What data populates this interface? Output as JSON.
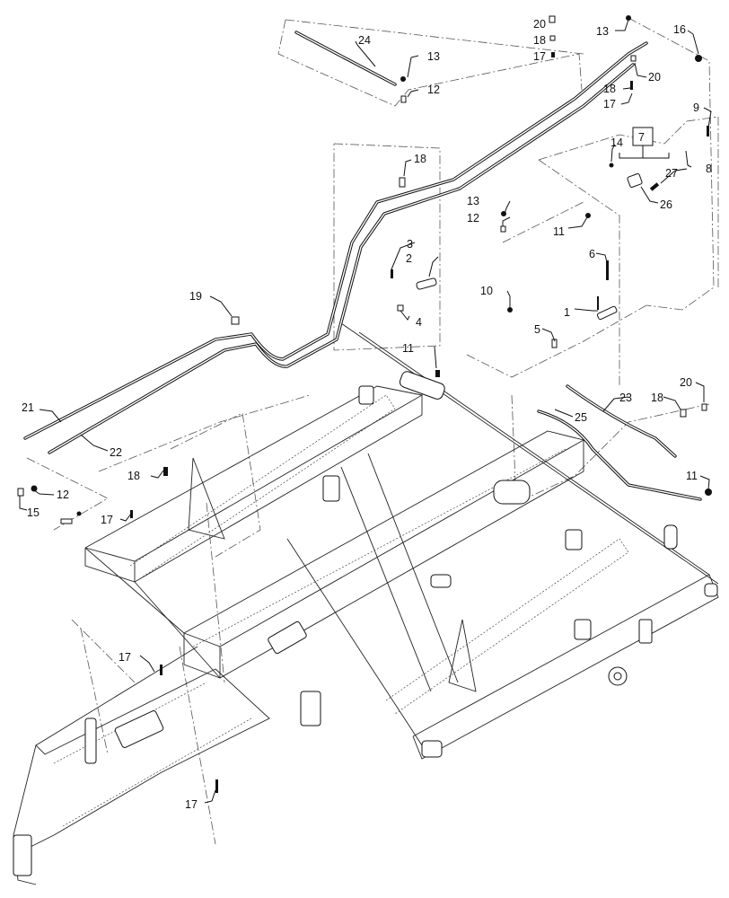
{
  "callouts": [
    {
      "id": "c1",
      "text": "1"
    },
    {
      "id": "c2",
      "text": "2"
    },
    {
      "id": "c3",
      "text": "3"
    },
    {
      "id": "c4",
      "text": "4"
    },
    {
      "id": "c5",
      "text": "5"
    },
    {
      "id": "c6",
      "text": "6"
    },
    {
      "id": "c7",
      "text": "7"
    },
    {
      "id": "c8",
      "text": "8"
    },
    {
      "id": "c9",
      "text": "9"
    },
    {
      "id": "c10",
      "text": "10"
    },
    {
      "id": "c11a",
      "text": "11"
    },
    {
      "id": "c11b",
      "text": "11"
    },
    {
      "id": "c11c",
      "text": "11"
    },
    {
      "id": "c12a",
      "text": "12"
    },
    {
      "id": "c12b",
      "text": "12"
    },
    {
      "id": "c12c",
      "text": "12"
    },
    {
      "id": "c13a",
      "text": "13"
    },
    {
      "id": "c13b",
      "text": "13"
    },
    {
      "id": "c13c",
      "text": "13"
    },
    {
      "id": "c14",
      "text": "14"
    },
    {
      "id": "c15",
      "text": "15"
    },
    {
      "id": "c16",
      "text": "16"
    },
    {
      "id": "c17a",
      "text": "17"
    },
    {
      "id": "c17b",
      "text": "17"
    },
    {
      "id": "c17c",
      "text": "17"
    },
    {
      "id": "c17d",
      "text": "17"
    },
    {
      "id": "c17e",
      "text": "17"
    },
    {
      "id": "c18a",
      "text": "18"
    },
    {
      "id": "c18b",
      "text": "18"
    },
    {
      "id": "c18c",
      "text": "18"
    },
    {
      "id": "c18d",
      "text": "18"
    },
    {
      "id": "c18e",
      "text": "18"
    },
    {
      "id": "c19",
      "text": "19"
    },
    {
      "id": "c20a",
      "text": "20"
    },
    {
      "id": "c20b",
      "text": "20"
    },
    {
      "id": "c20c",
      "text": "20"
    },
    {
      "id": "c21",
      "text": "21"
    },
    {
      "id": "c22",
      "text": "22"
    },
    {
      "id": "c23",
      "text": "23"
    },
    {
      "id": "c24",
      "text": "24"
    },
    {
      "id": "c25",
      "text": "25"
    },
    {
      "id": "c26",
      "text": "26"
    },
    {
      "id": "c27",
      "text": "27"
    }
  ]
}
